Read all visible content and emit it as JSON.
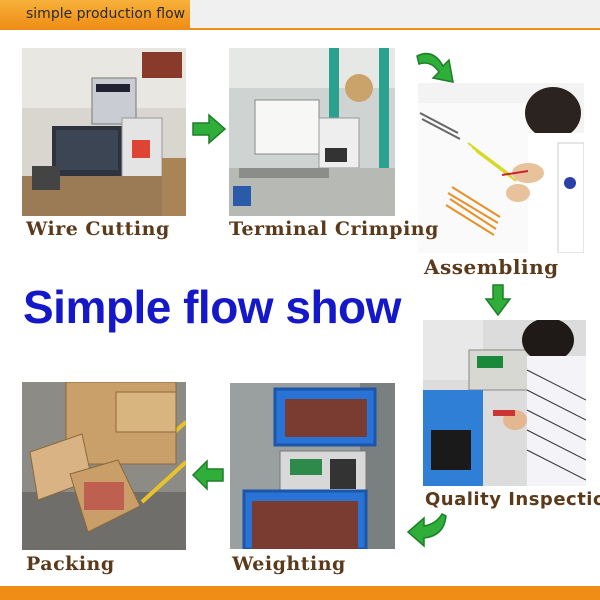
{
  "header": {
    "title": "simple production flow"
  },
  "headline": "Simple flow show",
  "steps": [
    {
      "label": "Wire Cutting"
    },
    {
      "label": "Terminal Crimping"
    },
    {
      "label": "Assembling"
    },
    {
      "label": "Quality Inspection"
    },
    {
      "label": "Weighting"
    },
    {
      "label": "Packing"
    }
  ],
  "colors": {
    "accent": "#ef8e17",
    "headline": "#1518c8",
    "arrow": "#2fae3a",
    "label": "#5a3a1a"
  },
  "icons": [
    "arrow-right-icon",
    "curved-arrow-icon",
    "arrow-down-icon",
    "arrow-left-icon"
  ]
}
